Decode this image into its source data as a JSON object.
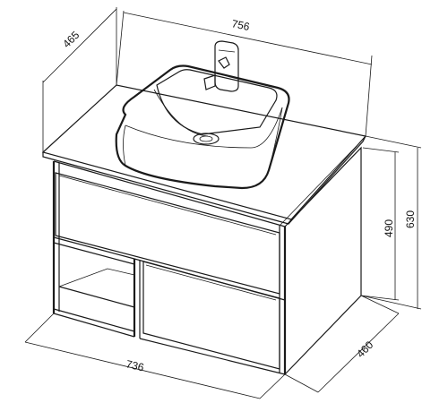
{
  "dimensions": {
    "top_width": "756",
    "top_depth": "465",
    "total_height": "630",
    "body_height": "490",
    "bottom_width": "736",
    "bottom_depth": "460"
  }
}
